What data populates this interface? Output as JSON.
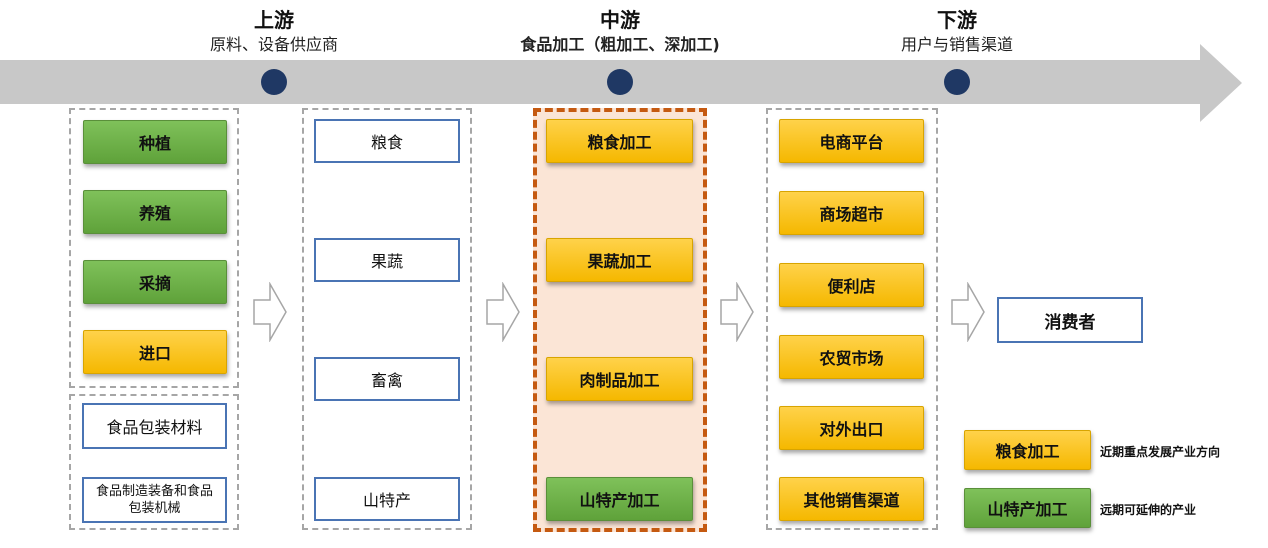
{
  "stages": {
    "upstream": {
      "title": "上游",
      "subtitle": "原料、设备供应商"
    },
    "midstream": {
      "title": "中游",
      "subtitle": "食品加工（粗加工、深加工)"
    },
    "downstream": {
      "title": "下游",
      "subtitle": "用户与销售渠道"
    }
  },
  "upstream_sources": [
    "种植",
    "养殖",
    "采摘",
    "进口"
  ],
  "upstream_equipment": [
    "食品包装材料",
    "食品制造装备和食品包装机械"
  ],
  "raw_materials": [
    "粮食",
    "果蔬",
    "畜禽",
    "山特产"
  ],
  "processing": [
    "粮食加工",
    "果蔬加工",
    "肉制品加工",
    "山特产加工"
  ],
  "channels": [
    "电商平台",
    "商场超市",
    "便利店",
    "农贸市场",
    "对外出口",
    "其他销售渠道"
  ],
  "consumer": "消费者",
  "legend": [
    {
      "sample": "粮食加工",
      "text": "近期重点发展产业方向",
      "color": "#f5b800"
    },
    {
      "sample": "山特产加工",
      "text": "远期可延伸的产业",
      "color": "#5fa23a"
    }
  ],
  "colors": {
    "near_term": "#f5b800",
    "long_term": "#5fa23a",
    "outline": "#4a74b4",
    "highlight_border": "#c55a11"
  }
}
